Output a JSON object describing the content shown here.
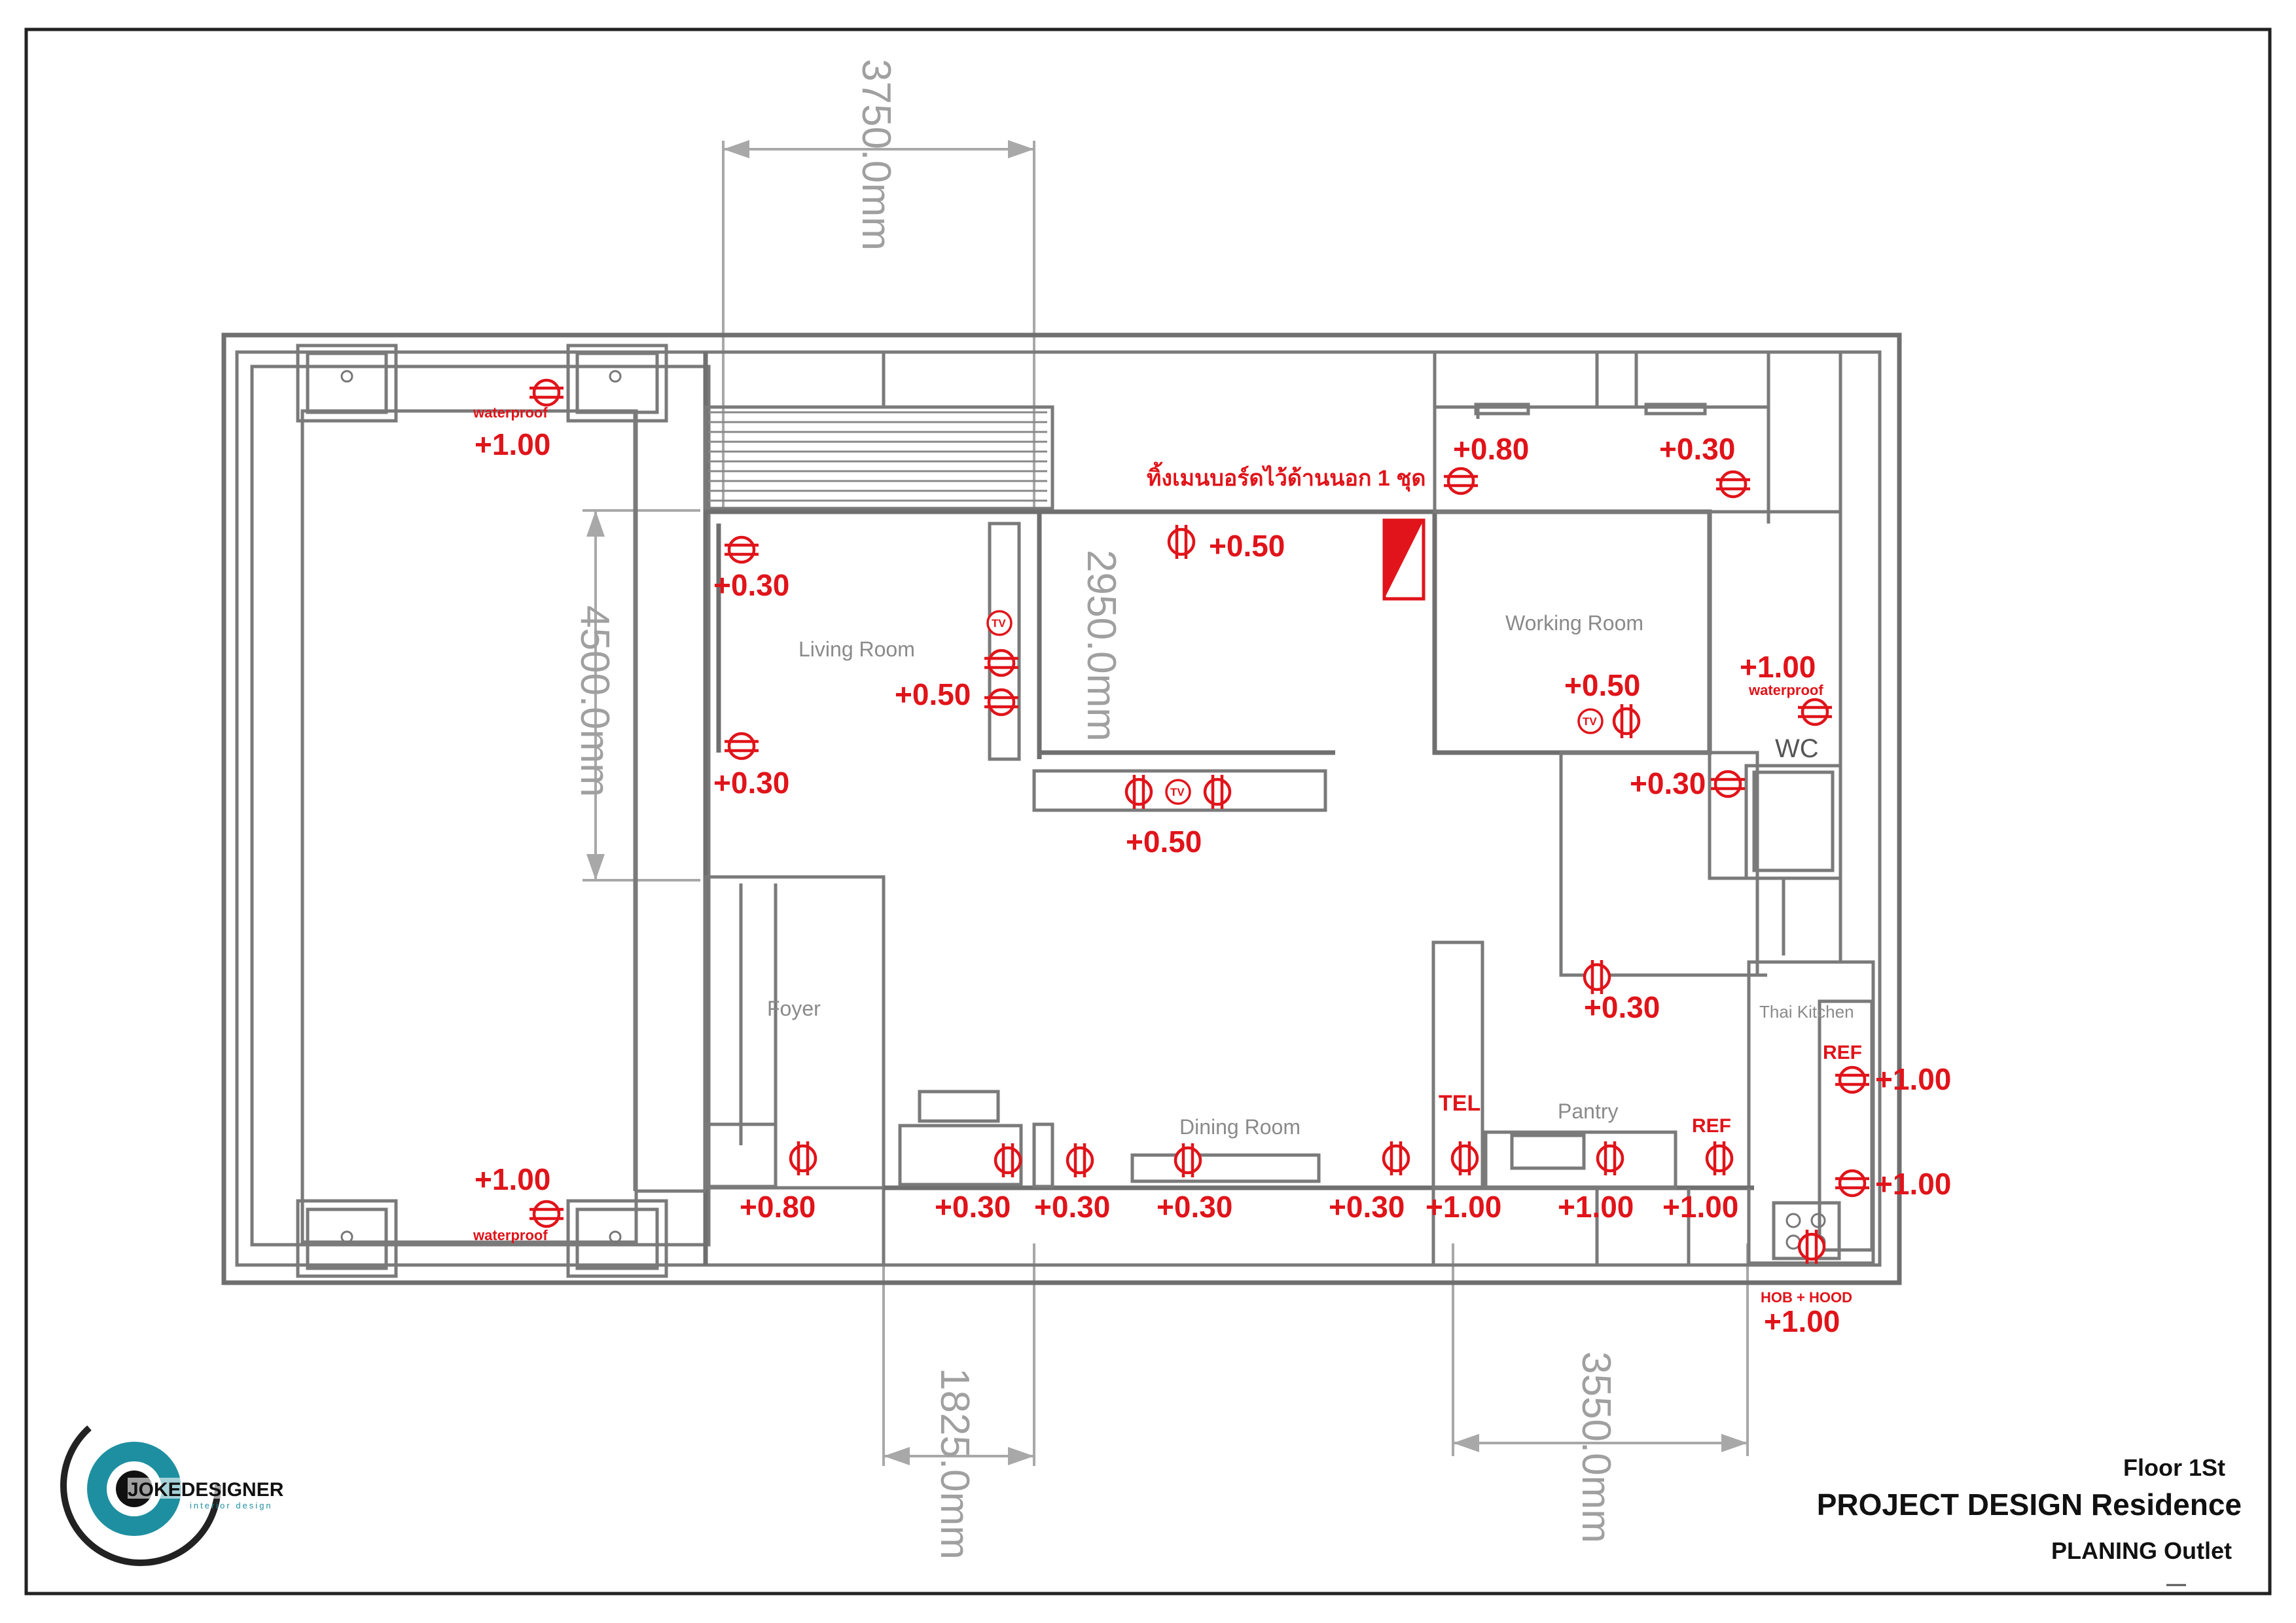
{
  "drawing": {
    "floor_label": "Floor 1St",
    "project_title": "PROJECT DESIGN Residence",
    "plan_type": "PLANING Outlet"
  },
  "logo": {
    "text": "JOKEDESIGNER",
    "subtext": "interior design"
  },
  "dimensions": {
    "top": "3750.0mm",
    "left": "4500.0mm",
    "center": "2950.0mm",
    "bottom_left": "1825.0mm",
    "bottom_right": "3550.0mm"
  },
  "rooms": {
    "living": "Living Room",
    "working": "Working Room",
    "wc": "WC",
    "foyer": "Foyer",
    "dining": "Dining Room",
    "pantry": "Pantry",
    "thai_kitchen": "Thai Kitchen"
  },
  "note": {
    "mainboard": "ทิ้งเมนบอร์ดไว้ด้านนอก 1 ชุด"
  },
  "labels": {
    "waterproof": "waterproof",
    "tel": "TEL",
    "ref": "REF",
    "hob_hood": "HOB + HOOD",
    "tv": "TV"
  },
  "outlet_heights": {
    "terrace_top": "+1.00",
    "terrace_bottom": "+1.00",
    "working_top_left": "+0.80",
    "working_top_right": "+0.30",
    "bedroom_top": "+0.50",
    "living_left_upper": "+0.30",
    "living_left_lower": "+0.30",
    "living_tv": "+0.50",
    "tv_console": "+0.50",
    "working_center": "+0.50",
    "wc_right": "+1.00",
    "wc_hall": "+0.30",
    "corridor": "+0.30",
    "foyer": "+0.80",
    "dining_1": "+0.30",
    "dining_2": "+0.30",
    "dining_3": "+0.30",
    "dining_4": "+0.30",
    "tel": "+1.00",
    "pantry_1": "+1.00",
    "pantry_ref": "+1.00",
    "kitchen_ref": "+1.00",
    "kitchen_lower": "+1.00",
    "hob_hood": "+1.00"
  },
  "colors": {
    "outlet_red": "#e0141a",
    "wall_gray": "#6f6f6f",
    "dimension_gray": "#a8a8a8",
    "logo_teal": "#1e8fa0"
  }
}
